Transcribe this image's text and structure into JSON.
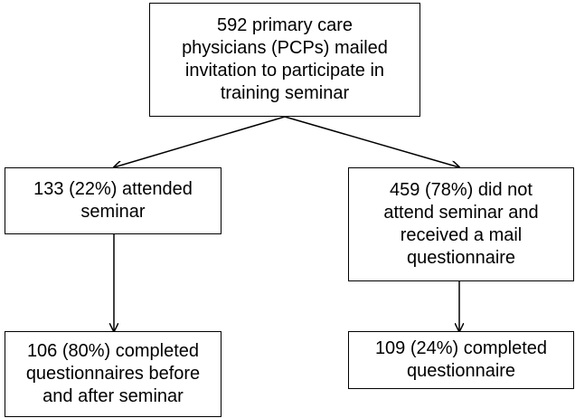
{
  "diagram": {
    "nodes": [
      {
        "id": "invited",
        "lines": [
          "592 primary care",
          "physicians (PCPs) mailed",
          "invitation to participate in",
          "training seminar"
        ]
      },
      {
        "id": "attended",
        "lines": [
          "133 (22%) attended",
          "seminar"
        ]
      },
      {
        "id": "not-attended",
        "lines": [
          "459 (78%) did not",
          "attend seminar and",
          "received a mail",
          "questionnaire"
        ]
      },
      {
        "id": "attended-completed",
        "lines": [
          "106 (80%) completed",
          "questionnaires before",
          "and after seminar"
        ]
      },
      {
        "id": "mail-completed",
        "lines": [
          "109 (24%) completed",
          "questionnaire"
        ]
      }
    ],
    "edges": [
      {
        "from": "invited",
        "to": "attended"
      },
      {
        "from": "invited",
        "to": "not-attended"
      },
      {
        "from": "attended",
        "to": "attended-completed"
      },
      {
        "from": "not-attended",
        "to": "mail-completed"
      }
    ]
  }
}
